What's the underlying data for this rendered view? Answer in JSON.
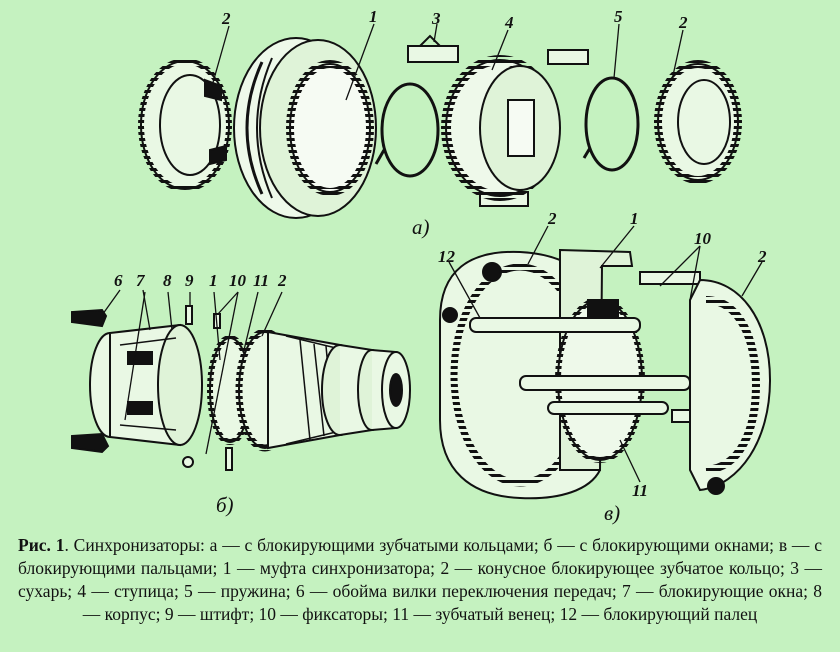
{
  "figure": {
    "subfigure_labels": {
      "a": "а)",
      "b": "б)",
      "v": "в)"
    },
    "callouts_a": [
      "2",
      "1",
      "3",
      "4",
      "5",
      "2"
    ],
    "callouts_b": [
      "6",
      "7",
      "8",
      "9",
      "1",
      "10",
      "11",
      "2"
    ],
    "callouts_v": [
      "2",
      "1",
      "10",
      "2",
      "12",
      "11"
    ]
  },
  "caption": {
    "label": "Рис. 1",
    "text": ". Синхронизаторы: а — с блокирующими зубчатыми кольцами; б — с блокирующими окнами; в — с блокирующими пальцами; 1 — муфта синхронизатора; 2 — конусное блокирующее зубчатое кольцо; 3 — сухарь; 4 — ступица; 5 — пружина; 6 — обойма вилки переключения передач; 7 — блокирующие окна; 8 — корпус; 9 — штифт; 10 — фиксаторы; 11 — зубчатый венец; 12 — блокирующий палец"
  }
}
